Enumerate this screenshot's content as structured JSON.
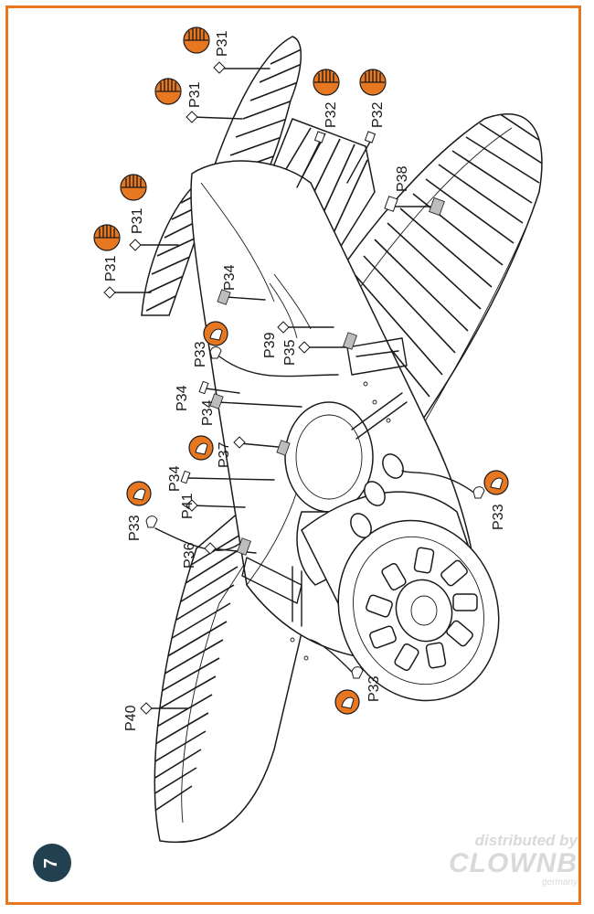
{
  "instruction_step": "7",
  "colors": {
    "frame": "#e87722",
    "paint_swatch": "#e87722",
    "step_badge": "#22404f",
    "watermark": "#d9d9d9"
  },
  "watermark": {
    "line1": "distributed by",
    "brand": "CLOWNB",
    "country": "germany"
  },
  "callouts": {
    "P31": "P31",
    "P32": "P32",
    "P33": "P33",
    "P34": "P34",
    "P35": "P35",
    "P36": "P36",
    "P37": "P37",
    "P38": "P38",
    "P39": "P39",
    "P40": "P40",
    "P41": "P41"
  },
  "icons": {
    "paint_swatch_striped": "half-circle-striped-orange-icon",
    "paint_swatch_solid": "orange-circle-stencil-icon",
    "decal_marker": "diamond-decal-icon"
  }
}
